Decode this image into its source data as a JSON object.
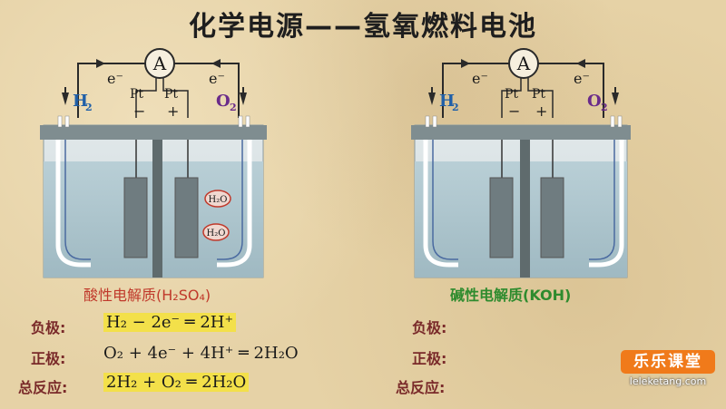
{
  "title": "化学电源——氢氧燃料电池",
  "left_cell": {
    "ammeter": "A",
    "electron_left": "e⁻",
    "electron_right": "e⁻",
    "gas_left": "H",
    "gas_left_sub": "2",
    "gas_right": "O",
    "gas_right_sub": "2",
    "electrode_left": "Pt",
    "electrode_right": "Pt",
    "sign_left": "−",
    "sign_right": "+",
    "water_1": "H₂O",
    "water_2": "H₂O",
    "caption": "酸性电解质(H₂SO₄)"
  },
  "right_cell": {
    "ammeter": "A",
    "electron_left": "e⁻",
    "electron_right": "e⁻",
    "gas_left": "H",
    "gas_left_sub": "2",
    "gas_right": "O",
    "gas_right_sub": "2",
    "electrode_left": "Pt",
    "electrode_right": "Pt",
    "sign_left": "−",
    "sign_right": "+",
    "caption": "碱性电解质(KOH)"
  },
  "equations_left": [
    {
      "label": "负极:",
      "formula": "H₂ − 2e⁻ ═ 2H⁺"
    },
    {
      "label": "正极:",
      "formula": "O₂ + 4e⁻ + 4H⁺ ═ 2H₂O"
    },
    {
      "label": "总反应:",
      "formula": "2H₂ + O₂ ═ 2H₂O"
    }
  ],
  "equations_right": [
    {
      "label": "负极:"
    },
    {
      "label": "正极:"
    },
    {
      "label": "总反应:"
    }
  ],
  "logo": {
    "name": "乐乐课堂",
    "url": "leleketang.com"
  },
  "colors": {
    "h2": "#1f5fa8",
    "o2": "#6a2b8a",
    "acid_caption": "#c0392b",
    "base_caption": "#2e8b2e",
    "highlight": "#f3e04a",
    "logo": "#f07a1a"
  }
}
